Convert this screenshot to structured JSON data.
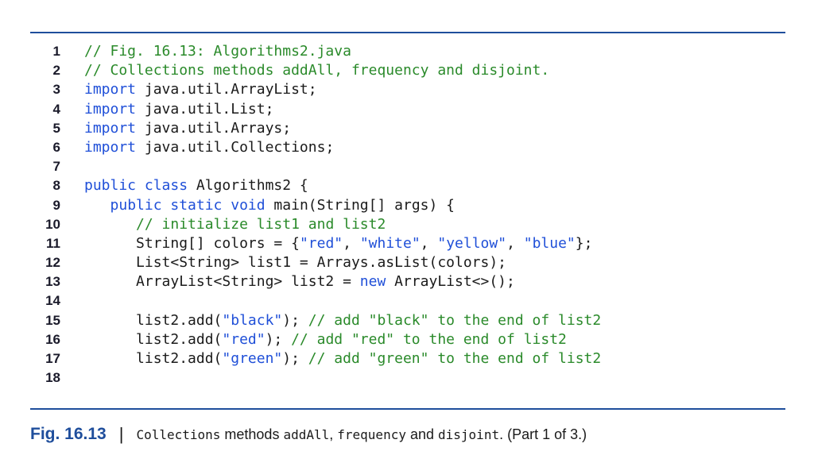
{
  "code_lines": [
    {
      "n": "1",
      "segments": [
        {
          "t": "// Fig. 16.13: Algorithms2.java",
          "c": "cm"
        }
      ]
    },
    {
      "n": "2",
      "segments": [
        {
          "t": "// Collections methods addAll, frequency and disjoint.",
          "c": "cm"
        }
      ]
    },
    {
      "n": "3",
      "segments": [
        {
          "t": "import",
          "c": "kw"
        },
        {
          "t": " java.util.ArrayList;",
          "c": ""
        }
      ]
    },
    {
      "n": "4",
      "segments": [
        {
          "t": "import",
          "c": "kw"
        },
        {
          "t": " java.util.List;",
          "c": ""
        }
      ]
    },
    {
      "n": "5",
      "segments": [
        {
          "t": "import",
          "c": "kw"
        },
        {
          "t": " java.util.Arrays;",
          "c": ""
        }
      ]
    },
    {
      "n": "6",
      "segments": [
        {
          "t": "import",
          "c": "kw"
        },
        {
          "t": " java.util.Collections;",
          "c": ""
        }
      ]
    },
    {
      "n": "7",
      "segments": []
    },
    {
      "n": "8",
      "segments": [
        {
          "t": "public class",
          "c": "kw"
        },
        {
          "t": " Algorithms2 {",
          "c": ""
        }
      ]
    },
    {
      "n": "9",
      "segments": [
        {
          "t": "   ",
          "c": ""
        },
        {
          "t": "public static void",
          "c": "kw"
        },
        {
          "t": " main(String[] args) {",
          "c": ""
        }
      ]
    },
    {
      "n": "10",
      "segments": [
        {
          "t": "      ",
          "c": ""
        },
        {
          "t": "// initialize list1 and list2",
          "c": "cm"
        }
      ]
    },
    {
      "n": "11",
      "segments": [
        {
          "t": "      String[] colors = {",
          "c": ""
        },
        {
          "t": "\"red\"",
          "c": "st"
        },
        {
          "t": ", ",
          "c": ""
        },
        {
          "t": "\"white\"",
          "c": "st"
        },
        {
          "t": ", ",
          "c": ""
        },
        {
          "t": "\"yellow\"",
          "c": "st"
        },
        {
          "t": ", ",
          "c": ""
        },
        {
          "t": "\"blue\"",
          "c": "st"
        },
        {
          "t": "};",
          "c": ""
        }
      ]
    },
    {
      "n": "12",
      "segments": [
        {
          "t": "      List<String> list1 = Arrays.asList(colors);",
          "c": ""
        }
      ]
    },
    {
      "n": "13",
      "segments": [
        {
          "t": "      ArrayList<String> list2 = ",
          "c": ""
        },
        {
          "t": "new",
          "c": "kw"
        },
        {
          "t": " ArrayList<>();",
          "c": ""
        }
      ]
    },
    {
      "n": "14",
      "segments": []
    },
    {
      "n": "15",
      "segments": [
        {
          "t": "      list2.add(",
          "c": ""
        },
        {
          "t": "\"black\"",
          "c": "st"
        },
        {
          "t": "); ",
          "c": ""
        },
        {
          "t": "// add \"black\" to the end of list2",
          "c": "cm"
        }
      ]
    },
    {
      "n": "16",
      "segments": [
        {
          "t": "      list2.add(",
          "c": ""
        },
        {
          "t": "\"red\"",
          "c": "st"
        },
        {
          "t": "); ",
          "c": ""
        },
        {
          "t": "// add \"red\" to the end of list2",
          "c": "cm"
        }
      ]
    },
    {
      "n": "17",
      "segments": [
        {
          "t": "      list2.add(",
          "c": ""
        },
        {
          "t": "\"green\"",
          "c": "st"
        },
        {
          "t": "); ",
          "c": ""
        },
        {
          "t": "// add \"green\" to the end of list2",
          "c": "cm"
        }
      ]
    },
    {
      "n": "18",
      "segments": []
    }
  ],
  "caption": {
    "label": "Fig. 16.13",
    "separator": "|",
    "parts": [
      {
        "t": "Collections",
        "mono": true
      },
      {
        "t": " methods ",
        "mono": false
      },
      {
        "t": "addAll",
        "mono": true
      },
      {
        "t": ", ",
        "mono": false
      },
      {
        "t": "frequency",
        "mono": true
      },
      {
        "t": " and ",
        "mono": false
      },
      {
        "t": "disjoint",
        "mono": true
      },
      {
        "t": ". (Part 1 of 3.)",
        "mono": false
      }
    ]
  },
  "colors": {
    "rule": "#1f4e9c",
    "keyword": "#1f4fd8",
    "comment": "#2a8a2a",
    "string": "#1f4fd8"
  }
}
